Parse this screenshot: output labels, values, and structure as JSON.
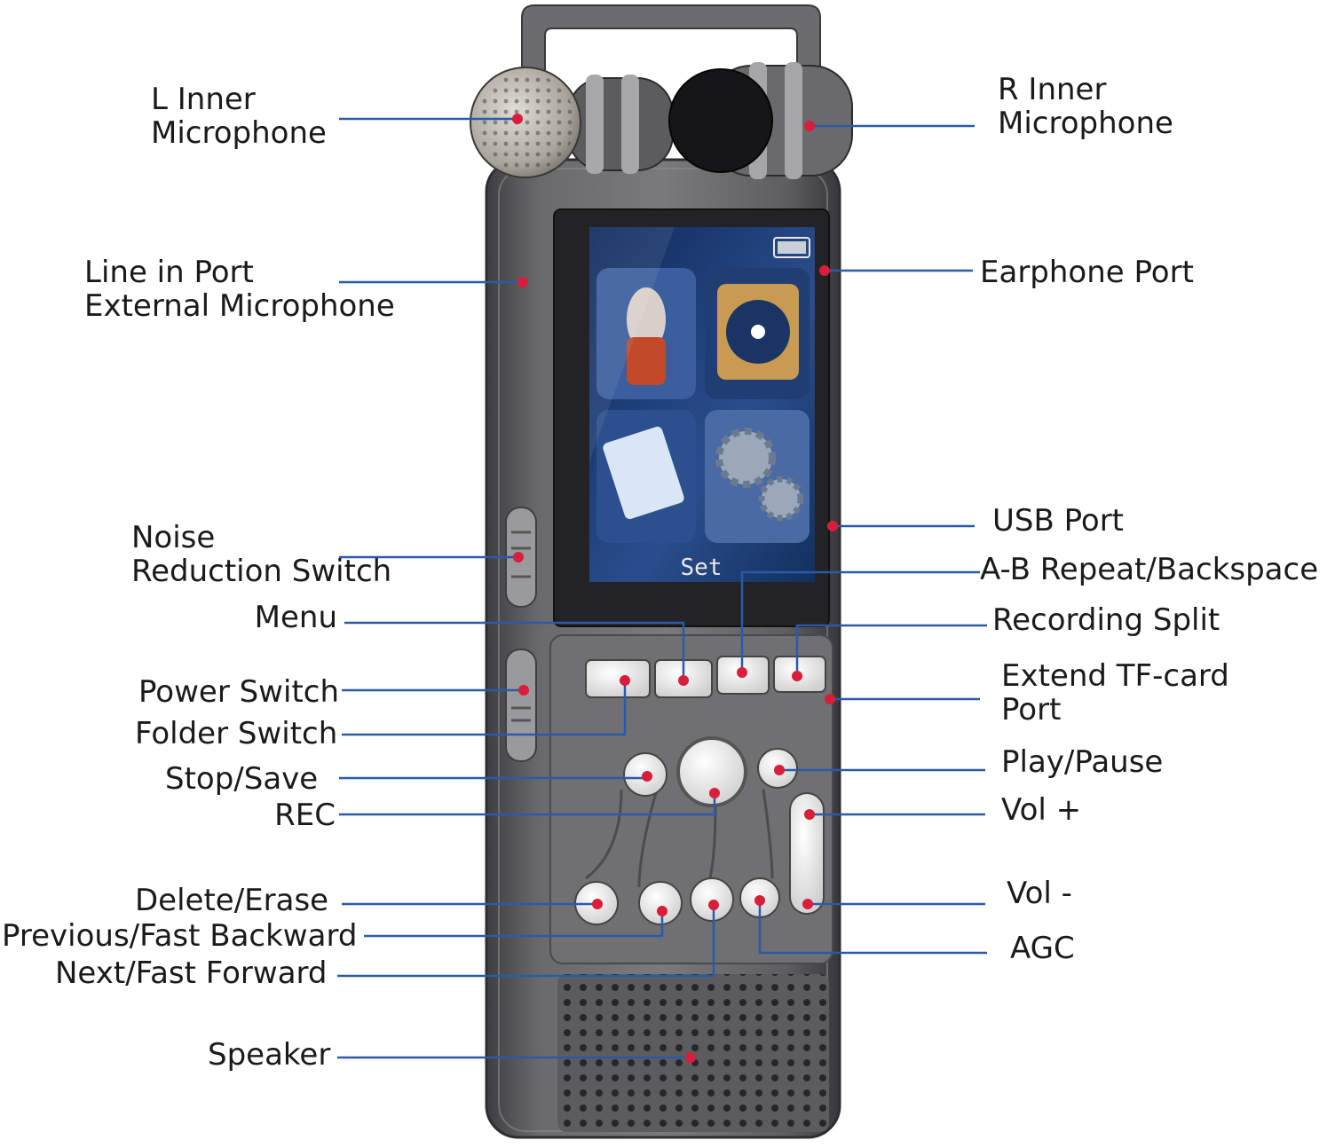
{
  "colors": {
    "leader": "#2a5aa8",
    "marker": "#d81e3a",
    "body": "#5a5a5c",
    "screen": "#1d3d78"
  },
  "screen": {
    "menu_caption": "Set"
  },
  "callouts": {
    "l_mic": [
      "L Inner",
      "Microphone"
    ],
    "r_mic": [
      "R Inner",
      "Microphone"
    ],
    "line_in": [
      "Line in Port",
      "External Microphone"
    ],
    "earphone": "Earphone Port",
    "usb": "USB Port",
    "noise": [
      "Noise",
      "Reduction Switch"
    ],
    "ab_repeat": "A-B Repeat/Backspace",
    "menu": "Menu",
    "rec_split": "Recording Split",
    "power": "Power Switch",
    "tf_card": [
      "Extend TF-card",
      "Port"
    ],
    "folder": "Folder Switch",
    "stop": "Stop/Save",
    "play": "Play/Pause",
    "rec": "REC",
    "vol_plus": "Vol +",
    "delete": "Delete/Erase",
    "vol_minus": "Vol -",
    "previous": "Previous/Fast Backward",
    "agc": "AGC",
    "next": "Next/Fast Forward",
    "speaker": "Speaker"
  }
}
